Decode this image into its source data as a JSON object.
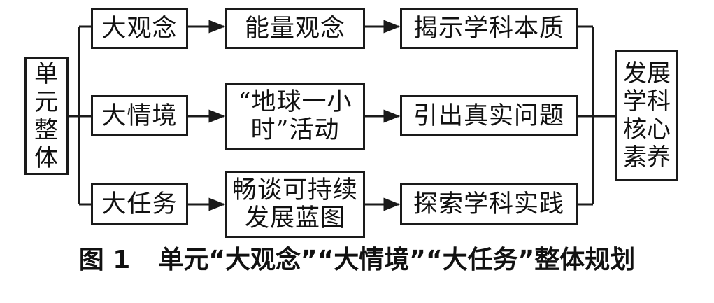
{
  "start": "单元整体",
  "end": "发展学科核心素养",
  "rows": [
    {
      "level1": "大观念",
      "level2": "能量观念",
      "level3": "揭示学科本质"
    },
    {
      "level1": "大情境",
      "level2": "“地球一小\n时”活动",
      "level3": "引出真实问题"
    },
    {
      "level1": "大任务",
      "level2": "畅谈可持续\n发展蓝图",
      "level3": "探索学科实践"
    }
  ],
  "caption": {
    "number": "图 1",
    "text": "单元“大观念”“大情境”“大任务”整体规划"
  }
}
